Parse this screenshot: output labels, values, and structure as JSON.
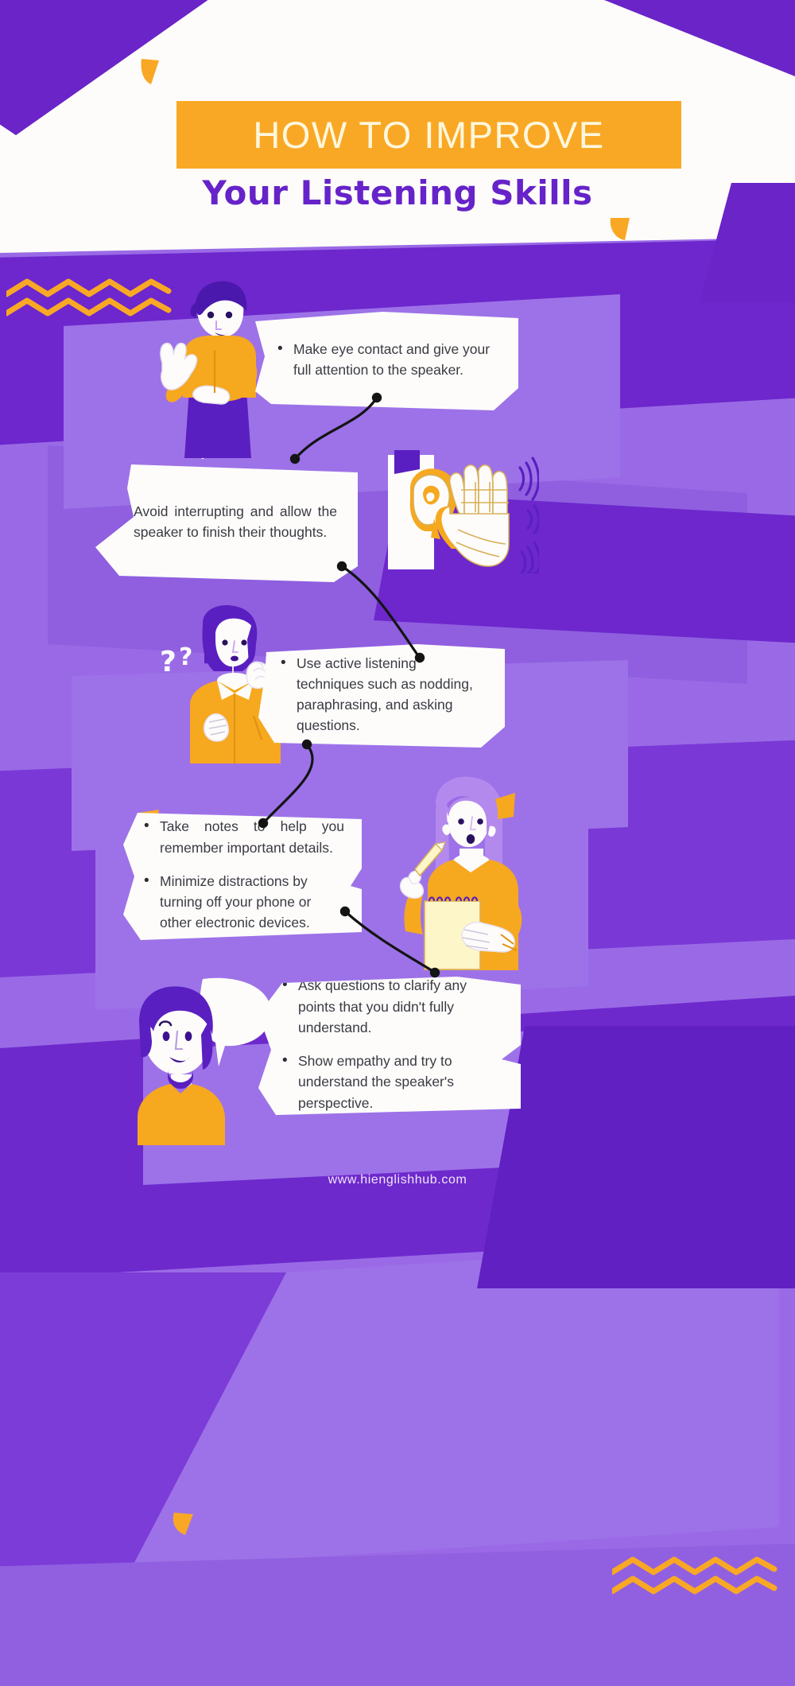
{
  "header": {
    "title": "HOW TO IMPROVE",
    "subtitle": "Your Listening Skills",
    "title_bg": "#f9a825",
    "title_color": "#fff7dd",
    "subtitle_color": "#6623c9"
  },
  "theme": {
    "background_purple": "#9a6ae6",
    "dark_purple": "#6d27cc",
    "accent_orange": "#f9a825",
    "card_bg": "#fdfcfb",
    "body_text": "#3a3a42"
  },
  "tips": [
    {
      "id": "tip-1",
      "illustration": "waving-man-icon",
      "bullets": [
        "Make eye contact and give your full attention to the speaker."
      ]
    },
    {
      "id": "tip-2",
      "illustration": "ear-listening-icon",
      "bullets": [
        "Avoid interrupting and allow the speaker to finish their thoughts."
      ]
    },
    {
      "id": "tip-3",
      "illustration": "thinking-woman-icon",
      "bullets": [
        "Use active listening techniques such as nodding, paraphrasing, and asking questions."
      ]
    },
    {
      "id": "tip-4",
      "illustration": "note-taking-woman-icon",
      "bullets": [
        "Take notes to help you remember important details.",
        "Minimize distractions by turning off your phone or other electronic devices."
      ]
    },
    {
      "id": "tip-5",
      "illustration": "speaking-man-icon",
      "bullets": [
        "Ask questions to clarify any points that you didn't fully understand.",
        "Show empathy and try to understand the speaker's perspective."
      ]
    }
  ],
  "footer": {
    "website": "www.hienglishhub.com"
  }
}
